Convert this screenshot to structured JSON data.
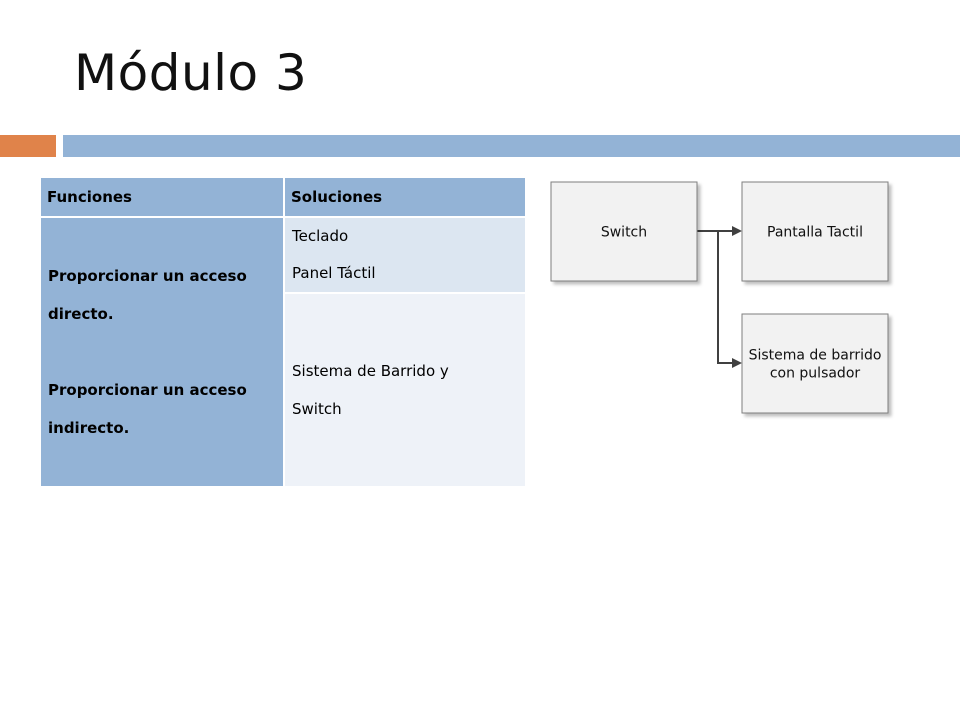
{
  "slide": {
    "title": "Módulo 3"
  },
  "colors": {
    "accent_orange": "#e0834a",
    "accent_blue": "#93b3d6",
    "table_header": "#93b3d6",
    "table_function_cell": "#93b3d6",
    "table_row_light": "#dce6f1",
    "table_row_lighter": "#eef2f8",
    "box_fill": "#f2f2f2",
    "box_border": "#7f7f7f",
    "arrow": "#404040"
  },
  "table": {
    "headers": [
      "Funciones",
      "Soluciones"
    ],
    "functions": [
      "Proporcionar un acceso",
      "directo.",
      "Proporcionar un acceso",
      "indirecto."
    ],
    "solutions_row1": [
      "Teclado",
      "Panel Táctil"
    ],
    "solutions_row2": [
      "Sistema de Barrido y",
      "Switch"
    ]
  },
  "diagram": {
    "nodes": [
      {
        "id": "switch",
        "lines": [
          "Switch"
        ]
      },
      {
        "id": "pantalla",
        "lines": [
          "Pantalla Tactil"
        ]
      },
      {
        "id": "barrido",
        "lines": [
          "Sistema de barrido",
          "con pulsador"
        ]
      }
    ],
    "edges": [
      {
        "from": "switch",
        "to": "pantalla"
      },
      {
        "from": "switch",
        "to": "barrido"
      }
    ]
  }
}
